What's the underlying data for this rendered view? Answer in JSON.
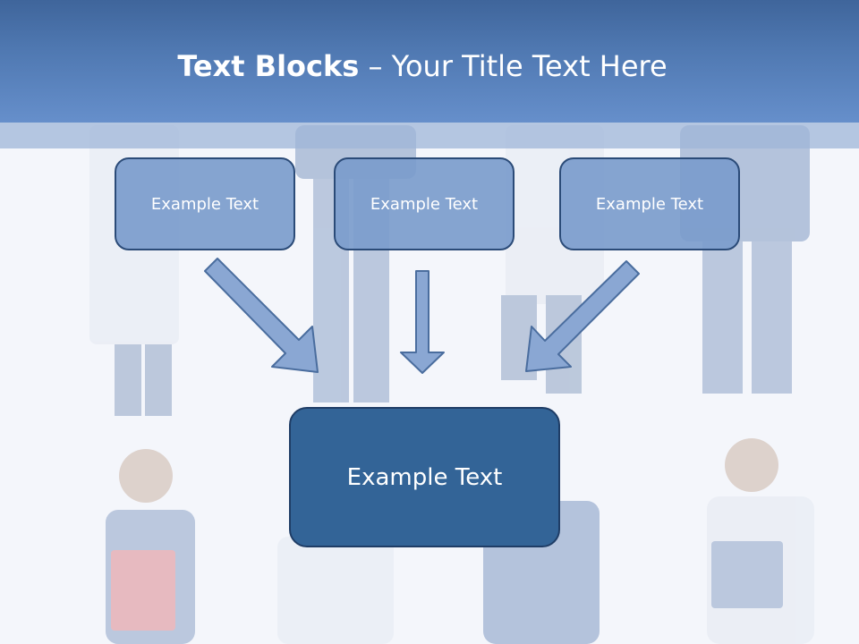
{
  "slide": {
    "title_bold": "Text Blocks",
    "title_dash": " – ",
    "title_rest": "Your Title Text Here"
  },
  "blocks": {
    "top": [
      {
        "label": "Example Text"
      },
      {
        "label": "Example Text"
      },
      {
        "label": "Example Text"
      }
    ],
    "center": {
      "label": "Example Text"
    }
  },
  "colors": {
    "header": "#4f78b1",
    "small_box_fill": "#7b9ccc",
    "big_box_fill": "#336497",
    "border": "#2b4b78",
    "arrow_fill": "#8aa7d3",
    "arrow_stroke": "#4a6d9e"
  }
}
